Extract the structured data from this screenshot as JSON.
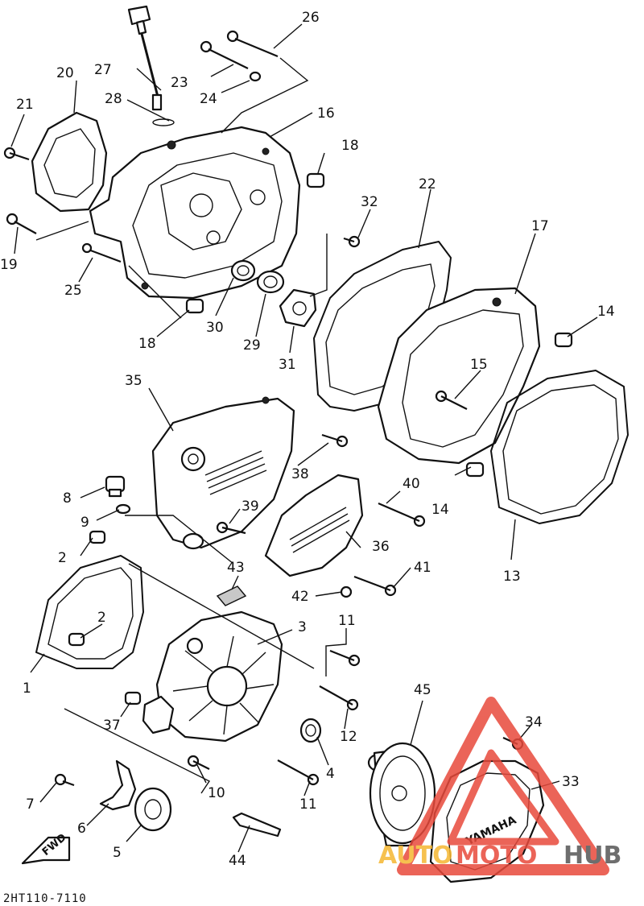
{
  "labels": {
    "p1": "1",
    "p2a": "2",
    "p2b": "2",
    "p3": "3",
    "p4": "4",
    "p5": "5",
    "p6": "6",
    "p7": "7",
    "p8": "8",
    "p9": "9",
    "p10": "10",
    "p11a": "11",
    "p11b": "11",
    "p12": "12",
    "p13": "13",
    "p14a": "14",
    "p14b": "14",
    "p15": "15",
    "p16": "16",
    "p17": "17",
    "p18a": "18",
    "p18b": "18",
    "p19": "19",
    "p20": "20",
    "p21": "21",
    "p22": "22",
    "p23": "23",
    "p24": "24",
    "p25": "25",
    "p26": "26",
    "p27": "27",
    "p28": "28",
    "p29": "29",
    "p30": "30",
    "p31": "31",
    "p32": "32",
    "p33": "33",
    "p34": "34",
    "p35": "35",
    "p36": "36",
    "p37": "37",
    "p38": "38",
    "p39": "39",
    "p40": "40",
    "p41": "41",
    "p42": "42",
    "p43": "43",
    "p44": "44",
    "p45": "45"
  },
  "fwd_arrow_text": "FWD",
  "diagram_code": "2HT110-7110",
  "watermark": {
    "text_auto": "AUTO",
    "text_moto": "MOTO",
    "text_hub": "HUB",
    "color_auto": "#f5b731",
    "color_moto": "#e84a3c",
    "color_hub": "#555555",
    "triangle_color": "#e84a3c"
  },
  "cover_emblem_text": "YAMAHA"
}
